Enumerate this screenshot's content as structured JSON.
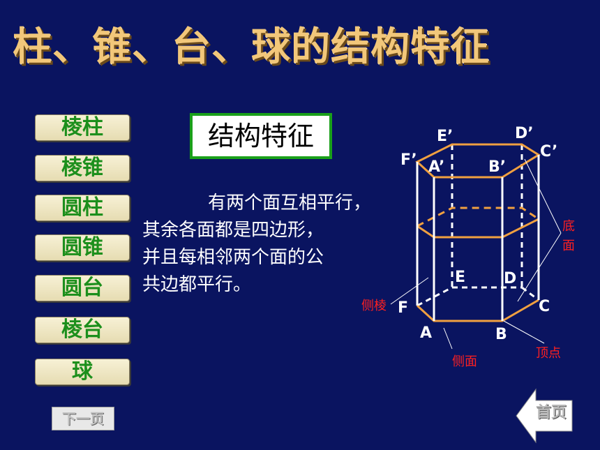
{
  "title": "柱、锥、台、球的结构特征",
  "menu": [
    "棱柱",
    "棱锥",
    "圆柱",
    "圆锥",
    "圆台",
    "棱台",
    "球"
  ],
  "feature_title": "结构特征",
  "description": {
    "lines": [
      "有两个面互相平行，",
      "其余各面都是四边形，",
      "并且每相邻两个面的公",
      "共边都平行。"
    ]
  },
  "labels": {
    "Ep": "E’",
    "Dp": "D’",
    "Cp": "C’",
    "Fp": "F’",
    "Ap": "A’",
    "Bp": "B’",
    "E": "E",
    "D": "D",
    "C": "C",
    "F": "F",
    "A": "A",
    "B": "B",
    "base": "底面",
    "lateral_edge": "侧棱",
    "lateral_face": "侧面",
    "vertex": "顶点"
  },
  "nav": {
    "next": "下一页",
    "home": "首页"
  },
  "colors": {
    "background": "#0a1460",
    "edge": "#f0a040",
    "annotation": "#ff2020",
    "menu_text": "#1c8f1c"
  }
}
